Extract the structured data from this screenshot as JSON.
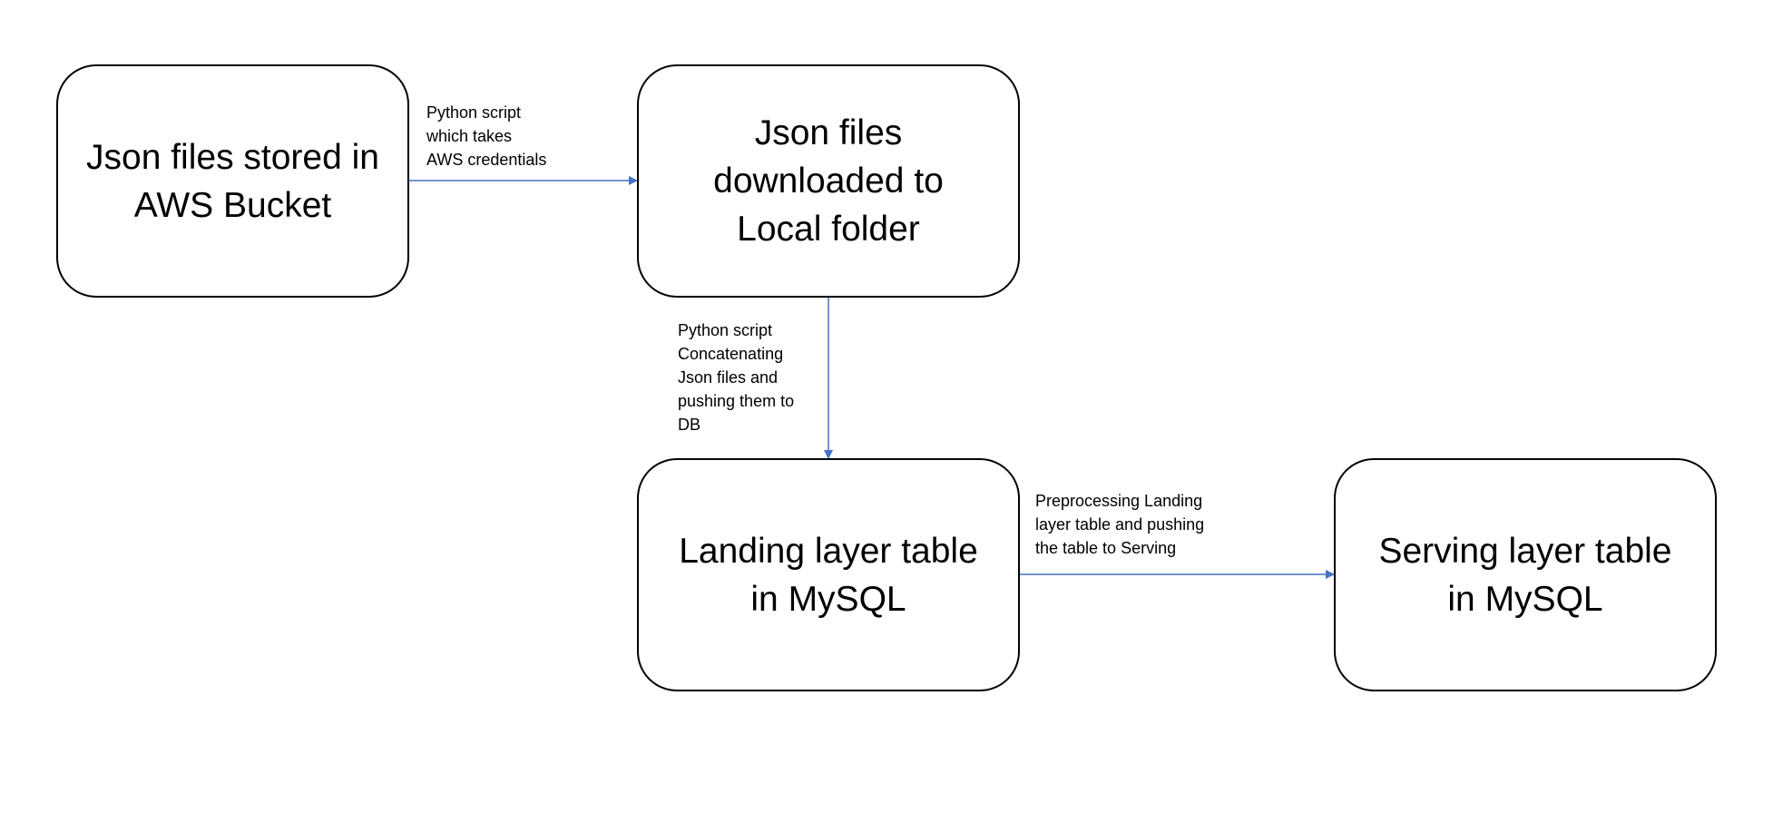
{
  "nodes": [
    {
      "id": "n1",
      "label": "Json files stored in\nAWS Bucket"
    },
    {
      "id": "n2",
      "label": "Json files\ndownloaded to\nLocal folder"
    },
    {
      "id": "n3",
      "label": "Landing layer table\nin MySQL"
    },
    {
      "id": "n4",
      "label": "Serving layer table\nin MySQL"
    }
  ],
  "edges": [
    {
      "from": "n1",
      "to": "n2",
      "label": "Python script\nwhich takes\nAWS credentials"
    },
    {
      "from": "n2",
      "to": "n3",
      "label": "Python script\nConcatenating\nJson files and\npushing them to\nDB"
    },
    {
      "from": "n3",
      "to": "n4",
      "label": "Preprocessing Landing\nlayer table and pushing\nthe table to Serving"
    }
  ],
  "colors": {
    "edge": "#4472C4",
    "node_border": "#000000"
  }
}
